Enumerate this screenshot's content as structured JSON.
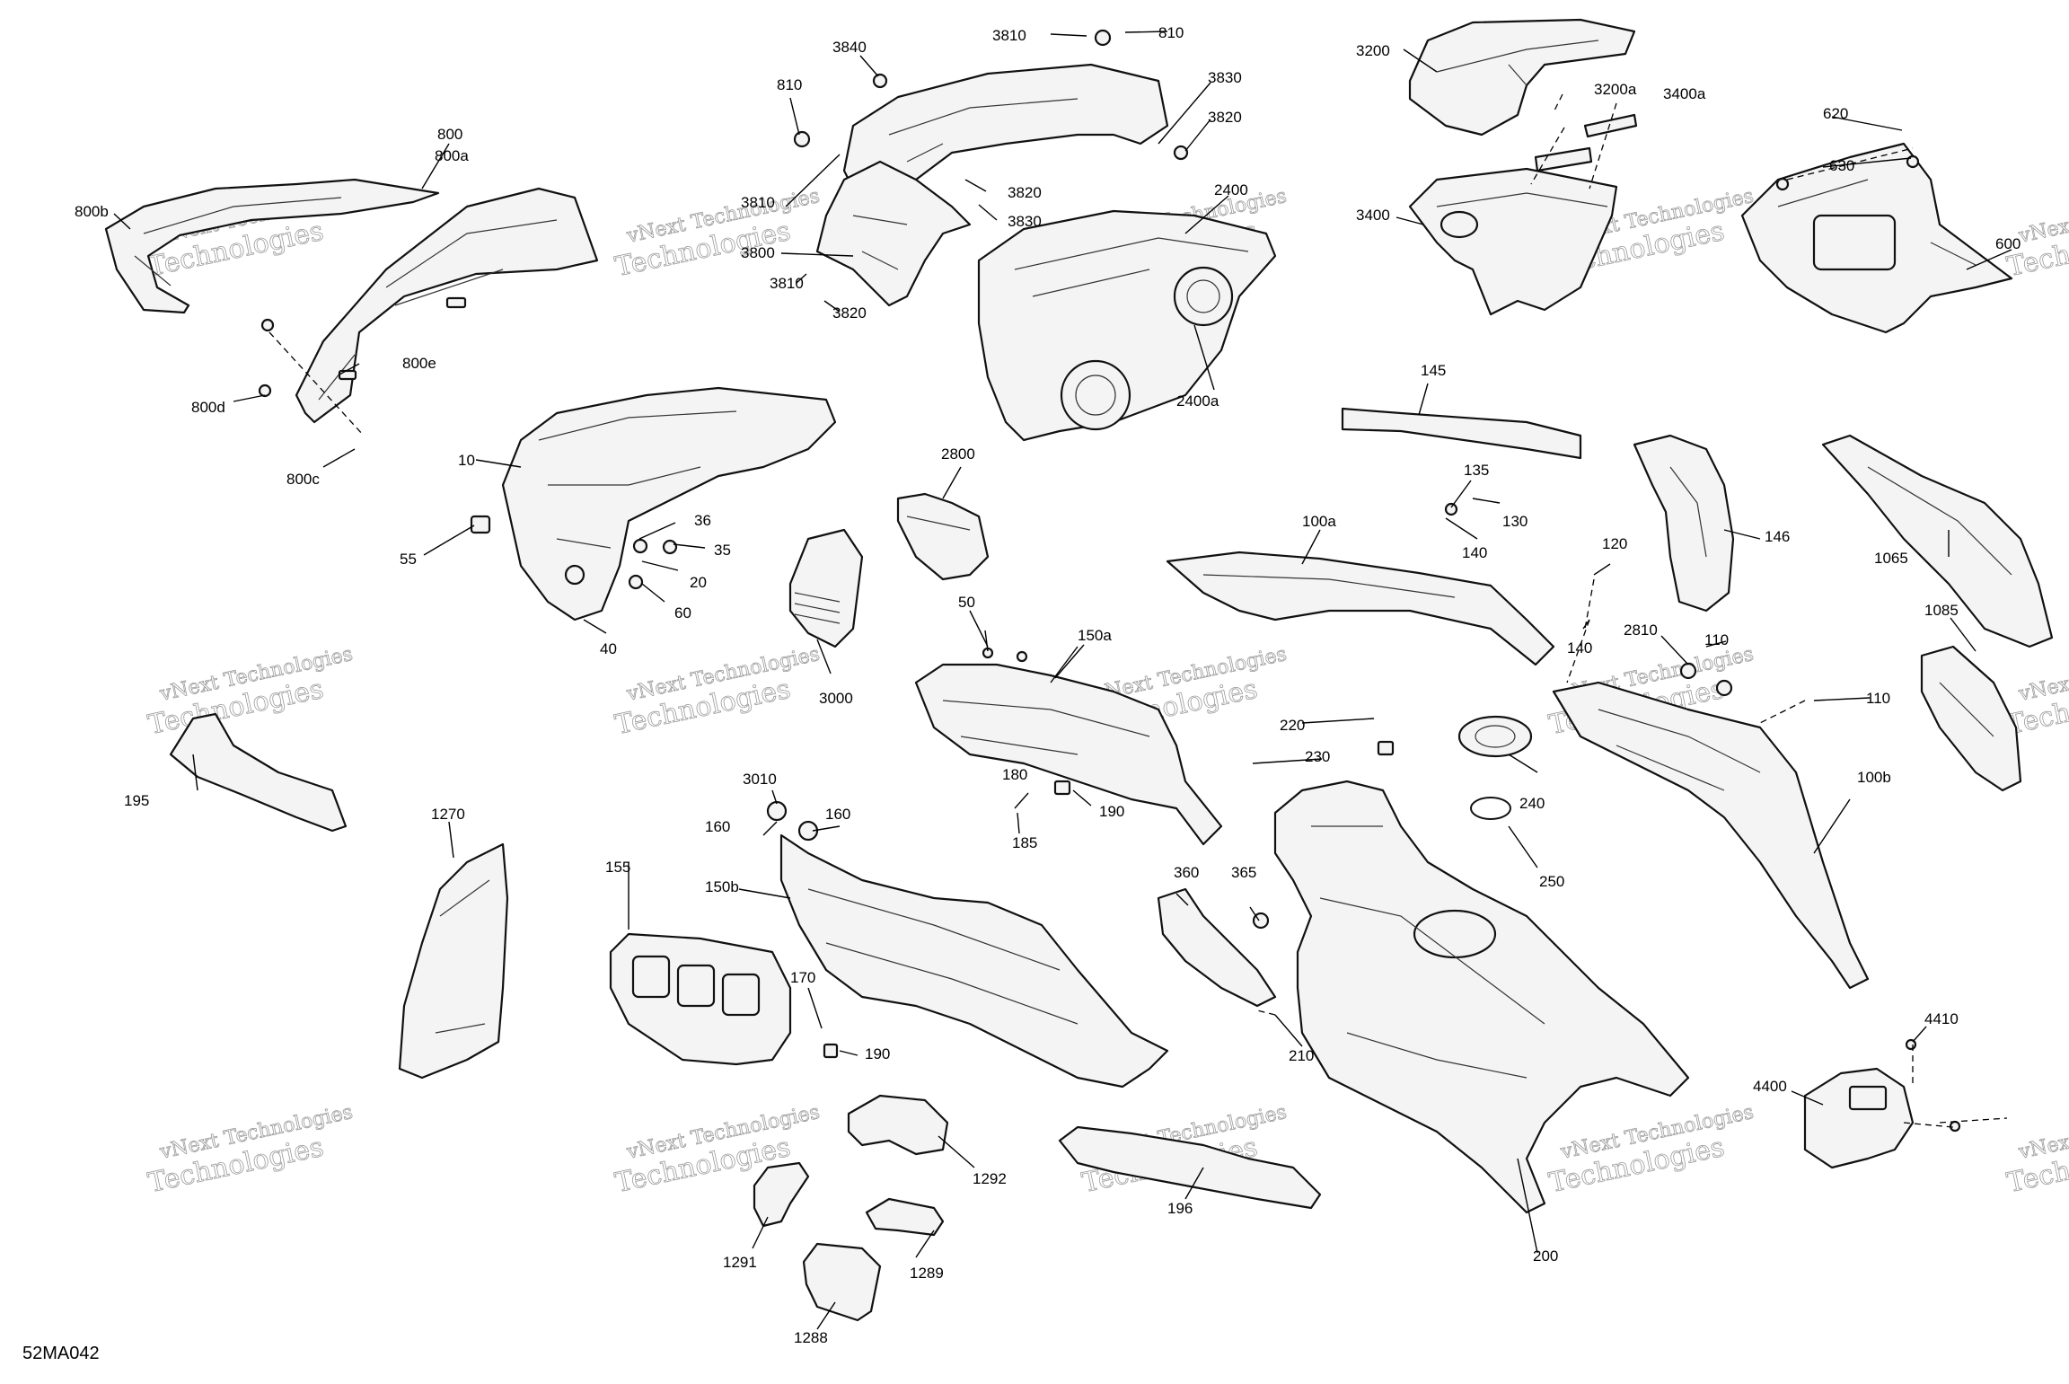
{
  "diagram": {
    "figure_id": "52MA042",
    "watermark": {
      "line1": "vNext Technologies",
      "line2": "Technologies"
    },
    "callouts": [
      "3810",
      "810",
      "3840",
      "3830",
      "3820",
      "3800",
      "3200",
      "3200a",
      "3400a",
      "3400",
      "620",
      "630",
      "600",
      "800",
      "800a",
      "800b",
      "800d",
      "800e",
      "800c",
      "2400",
      "2400a",
      "10",
      "55",
      "36",
      "35",
      "20",
      "60",
      "40",
      "2800",
      "3000",
      "145",
      "135",
      "130",
      "140",
      "100a",
      "120",
      "146",
      "1065",
      "1085",
      "2810",
      "110",
      "150a",
      "50",
      "195",
      "3010",
      "160",
      "1270",
      "150b",
      "180",
      "185",
      "190",
      "220",
      "230",
      "240",
      "250",
      "100b",
      "155",
      "170",
      "360",
      "365",
      "210",
      "200",
      "196",
      "1292",
      "1291",
      "1289",
      "1288",
      "4410",
      "4400"
    ]
  }
}
